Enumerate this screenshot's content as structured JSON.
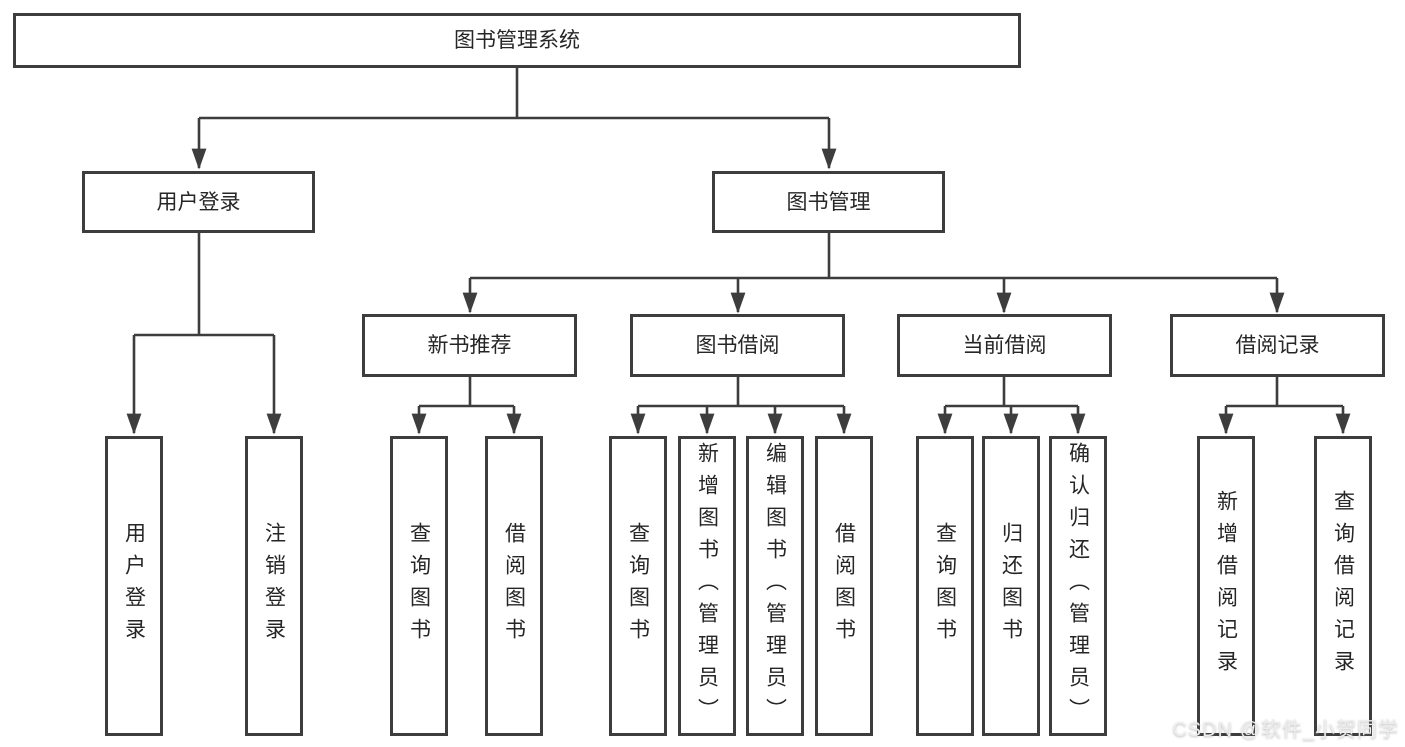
{
  "diagram_title": "图书管理系统",
  "tree": {
    "label": "图书管理系统",
    "children": [
      {
        "label": "用户登录",
        "children": [
          {
            "label": "用户登录"
          },
          {
            "label": "注销登录"
          }
        ]
      },
      {
        "label": "图书管理",
        "children": [
          {
            "label": "新书推荐",
            "children": [
              {
                "label": "查询图书"
              },
              {
                "label": "借阅图书"
              }
            ]
          },
          {
            "label": "图书借阅",
            "children": [
              {
                "label": "查询图书"
              },
              {
                "label": "新增图书（管理员）"
              },
              {
                "label": "编辑图书（管理员）"
              },
              {
                "label": "借阅图书"
              }
            ]
          },
          {
            "label": "当前借阅",
            "children": [
              {
                "label": "查询图书"
              },
              {
                "label": "归还图书"
              },
              {
                "label": "确认归还（管理员）"
              }
            ]
          },
          {
            "label": "借阅记录",
            "children": [
              {
                "label": "新增借阅记录"
              },
              {
                "label": "查询借阅记录"
              }
            ]
          }
        ]
      }
    ]
  },
  "watermark": "CSDN @软件_小贺同学",
  "colors": {
    "line": "#3d3d3d",
    "text": "#262626",
    "background": "#ffffff",
    "watermark": "#ededed"
  }
}
